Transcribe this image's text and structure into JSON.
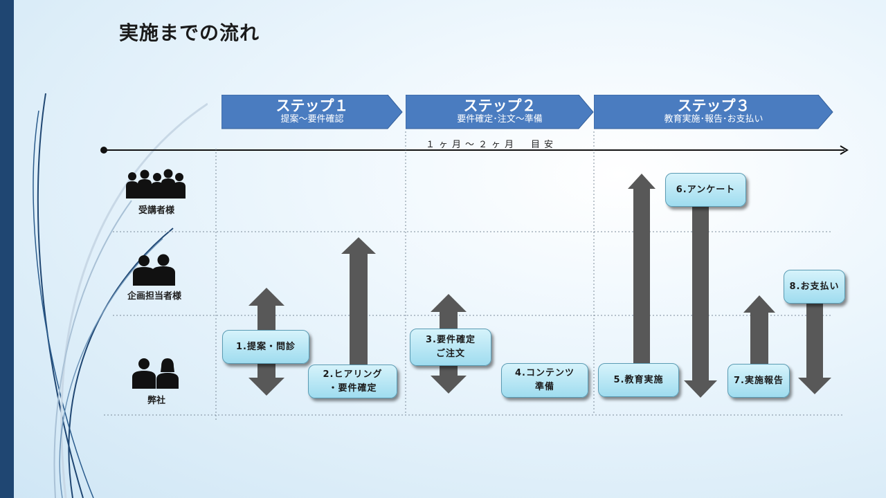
{
  "title": "実施までの流れ",
  "steps": [
    {
      "title": "ステップ１",
      "subtitle": "提案～要件確認"
    },
    {
      "title": "ステップ２",
      "subtitle": "要件確定･注文～準備"
    },
    {
      "title": "ステップ３",
      "subtitle": "教育実施･報告･お支払い"
    }
  ],
  "timeline_label": "１ヶ月～２ヶ月　目安",
  "roles": [
    "受講者様",
    "企画担当者様",
    "弊社"
  ],
  "boxes": [
    {
      "line1": "1.提案・問診",
      "line2": ""
    },
    {
      "line1": "2.ヒアリング",
      "line2": "・要件確定"
    },
    {
      "line1": "3.要件確定",
      "line2": "ご注文"
    },
    {
      "line1": "4.コンテンツ",
      "line2": "準備"
    },
    {
      "line1": "5.教育実施",
      "line2": ""
    },
    {
      "line1": "6.アンケート",
      "line2": ""
    },
    {
      "line1": "7.実施報告",
      "line2": ""
    },
    {
      "line1": "8.お支払い",
      "line2": ""
    }
  ],
  "colors": {
    "step_fill": "#4a7cc0",
    "arrow": "#585858",
    "box_fill": "#b3e6f5",
    "sidebar": "#1f4672"
  },
  "icons": [
    "group-of-people-icon",
    "two-business-people-icon",
    "man-and-woman-icon"
  ]
}
